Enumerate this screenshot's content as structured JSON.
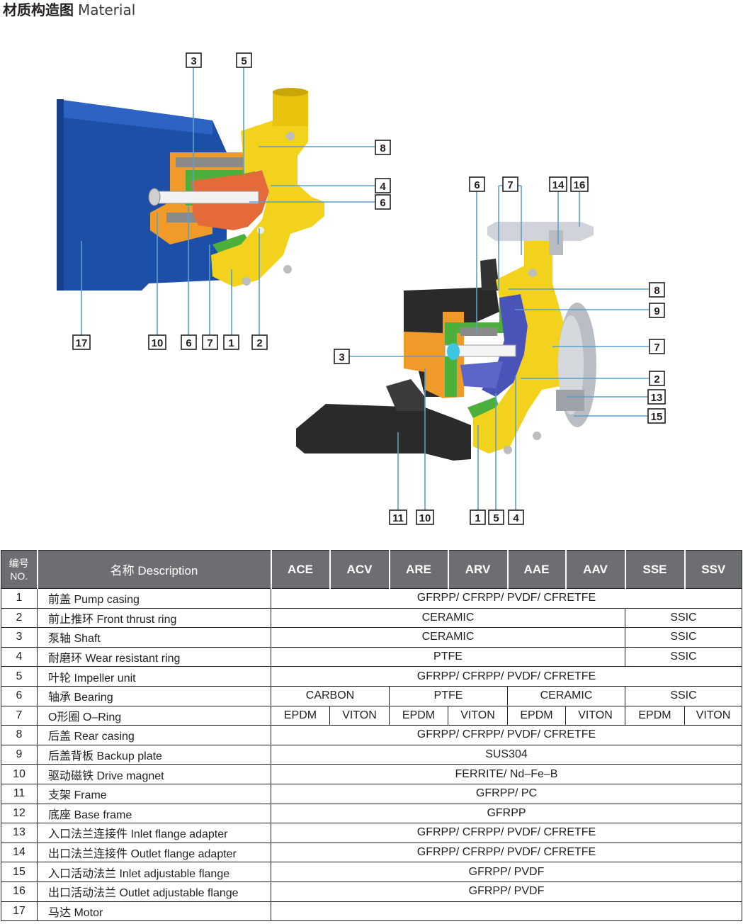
{
  "title": {
    "cn": "材质构造图",
    "en": "Material"
  },
  "diagram_left": {
    "callouts_top": [
      "3",
      "5"
    ],
    "callouts_right": [
      "8",
      "4",
      "6"
    ],
    "callouts_bottom": [
      "17",
      "10",
      "6",
      "7",
      "1",
      "2"
    ]
  },
  "diagram_right": {
    "callouts_top": [
      "6",
      "7",
      "14",
      "16"
    ],
    "callouts_right": [
      "8",
      "9",
      "7",
      "2",
      "13",
      "15"
    ],
    "callouts_left": [
      "3"
    ],
    "callouts_bottom": [
      "11",
      "10",
      "1",
      "5",
      "4"
    ]
  },
  "colors": {
    "motor": "#1e4fa8",
    "casing": "#f2d21c",
    "rear": "#f09a2a",
    "seal": "#4caf3c",
    "impeller": "#e46a3a",
    "frame": "#2a2a2a",
    "header_bg": "#6d6e71",
    "leader": "#5aa0c8"
  },
  "table": {
    "header": {
      "no_cn": "编号",
      "no_en": "NO.",
      "desc": "名称 Description",
      "models": [
        "ACE",
        "ACV",
        "ARE",
        "ARV",
        "AAE",
        "AAV",
        "SSE",
        "SSV"
      ]
    },
    "rows": [
      {
        "no": "1",
        "desc": "前盖 Pump casing",
        "cells": [
          {
            "text": "GFRPP/ CFRPP/ PVDF/ CFRETFE",
            "span": 8
          }
        ]
      },
      {
        "no": "2",
        "desc": "前止推环 Front thrust ring",
        "cells": [
          {
            "text": "CERAMIC",
            "span": 6
          },
          {
            "text": "SSIC",
            "span": 2
          }
        ]
      },
      {
        "no": "3",
        "desc": "泵轴 Shaft",
        "cells": [
          {
            "text": "CERAMIC",
            "span": 6
          },
          {
            "text": "SSIC",
            "span": 2
          }
        ]
      },
      {
        "no": "4",
        "desc": "耐磨环 Wear resistant ring",
        "cells": [
          {
            "text": "PTFE",
            "span": 6
          },
          {
            "text": "SSIC",
            "span": 2
          }
        ]
      },
      {
        "no": "5",
        "desc": "叶轮 Impeller unit",
        "cells": [
          {
            "text": "GFRPP/ CFRPP/ PVDF/ CFRETFE",
            "span": 8
          }
        ]
      },
      {
        "no": "6",
        "desc": "轴承 Bearing",
        "cells": [
          {
            "text": "CARBON",
            "span": 2
          },
          {
            "text": "PTFE",
            "span": 2
          },
          {
            "text": "CERAMIC",
            "span": 2
          },
          {
            "text": "SSIC",
            "span": 2
          }
        ]
      },
      {
        "no": "7",
        "desc": "O形圈 O–Ring",
        "cells": [
          {
            "text": "EPDM",
            "span": 1
          },
          {
            "text": "VITON",
            "span": 1
          },
          {
            "text": "EPDM",
            "span": 1
          },
          {
            "text": "VITON",
            "span": 1
          },
          {
            "text": "EPDM",
            "span": 1
          },
          {
            "text": "VITON",
            "span": 1
          },
          {
            "text": "EPDM",
            "span": 1
          },
          {
            "text": "VITON",
            "span": 1
          }
        ]
      },
      {
        "no": "8",
        "desc": "后盖 Rear casing",
        "cells": [
          {
            "text": "GFRPP/ CFRPP/ PVDF/ CFRETFE",
            "span": 8
          }
        ]
      },
      {
        "no": "9",
        "desc": "后盖背板 Backup plate",
        "cells": [
          {
            "text": "SUS304",
            "span": 8
          }
        ]
      },
      {
        "no": "10",
        "desc": "驱动磁铁 Drive magnet",
        "cells": [
          {
            "text": "FERRITE/ Nd–Fe–B",
            "span": 8
          }
        ]
      },
      {
        "no": "11",
        "desc": "支架 Frame",
        "cells": [
          {
            "text": "GFRPP/ PC",
            "span": 8
          }
        ]
      },
      {
        "no": "12",
        "desc": "底座 Base frame",
        "cells": [
          {
            "text": "GFRPP",
            "span": 8
          }
        ]
      },
      {
        "no": "13",
        "desc": "入口法兰连接件 Inlet flange adapter",
        "cells": [
          {
            "text": "GFRPP/ CFRPP/ PVDF/ CFRETFE",
            "span": 8
          }
        ]
      },
      {
        "no": "14",
        "desc": "出口法兰连接件 Outlet flange adapter",
        "cells": [
          {
            "text": "GFRPP/ CFRPP/ PVDF/ CFRETFE",
            "span": 8
          }
        ]
      },
      {
        "no": "15",
        "desc": "入口活动法兰 Inlet adjustable flange",
        "cells": [
          {
            "text": "GFRPP/ PVDF",
            "span": 8
          }
        ]
      },
      {
        "no": "16",
        "desc": "出口活动法兰 Outlet adjustable flange",
        "cells": [
          {
            "text": "GFRPP/ PVDF",
            "span": 8
          }
        ]
      },
      {
        "no": "17",
        "desc": "马达 Motor",
        "cells": [
          {
            "text": "",
            "span": 8
          }
        ]
      }
    ]
  }
}
